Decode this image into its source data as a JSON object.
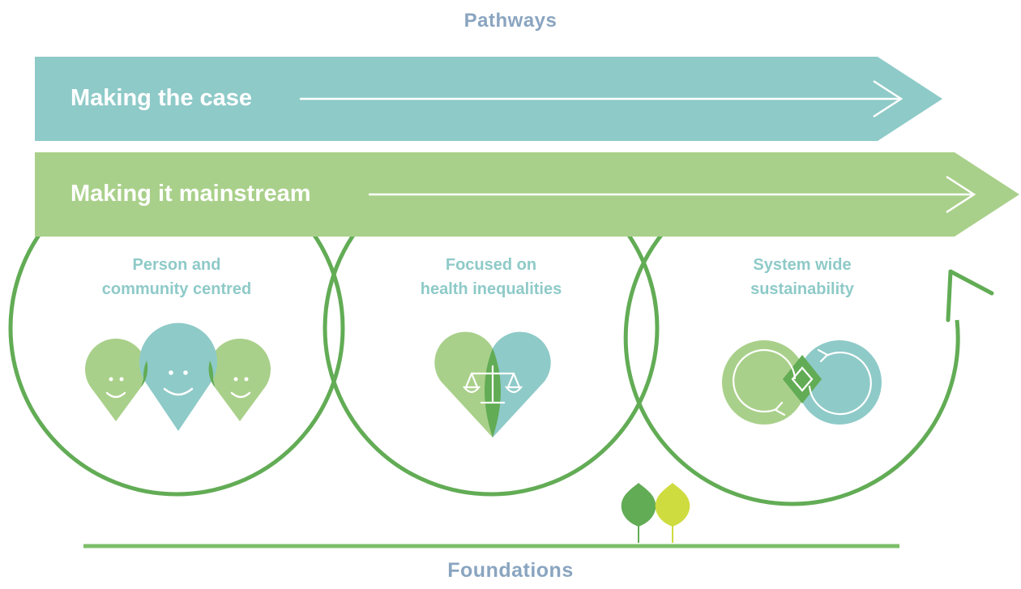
{
  "title_top": "Pathways",
  "title_bottom": "Foundations",
  "pathways": [
    {
      "label": "Making the case",
      "color": "#8ecac8"
    },
    {
      "label": "Making it mainstream",
      "color": "#a9d08a"
    }
  ],
  "circles": [
    {
      "title_line1": "Person and",
      "title_line2": "community centred",
      "icon": "faces-icon",
      "text_color": "#8ecac8"
    },
    {
      "title_line1": "Focused on",
      "title_line2": "health inequalities",
      "icon": "scales-heart-icon",
      "text_color": "#8ecac8"
    },
    {
      "title_line1": "System wide",
      "title_line2": "sustainability",
      "icon": "infinity-cycle-icon",
      "text_color": "#8ecac8"
    }
  ],
  "colors": {
    "circle_stroke": "#62ac55",
    "foundation_line": "#7cbf69",
    "title": "#8aa5c0",
    "light_green": "#a9d08a",
    "teal": "#8ecac8",
    "dark_green": "#62ac55",
    "yellow_green": "#cfdc3f"
  }
}
